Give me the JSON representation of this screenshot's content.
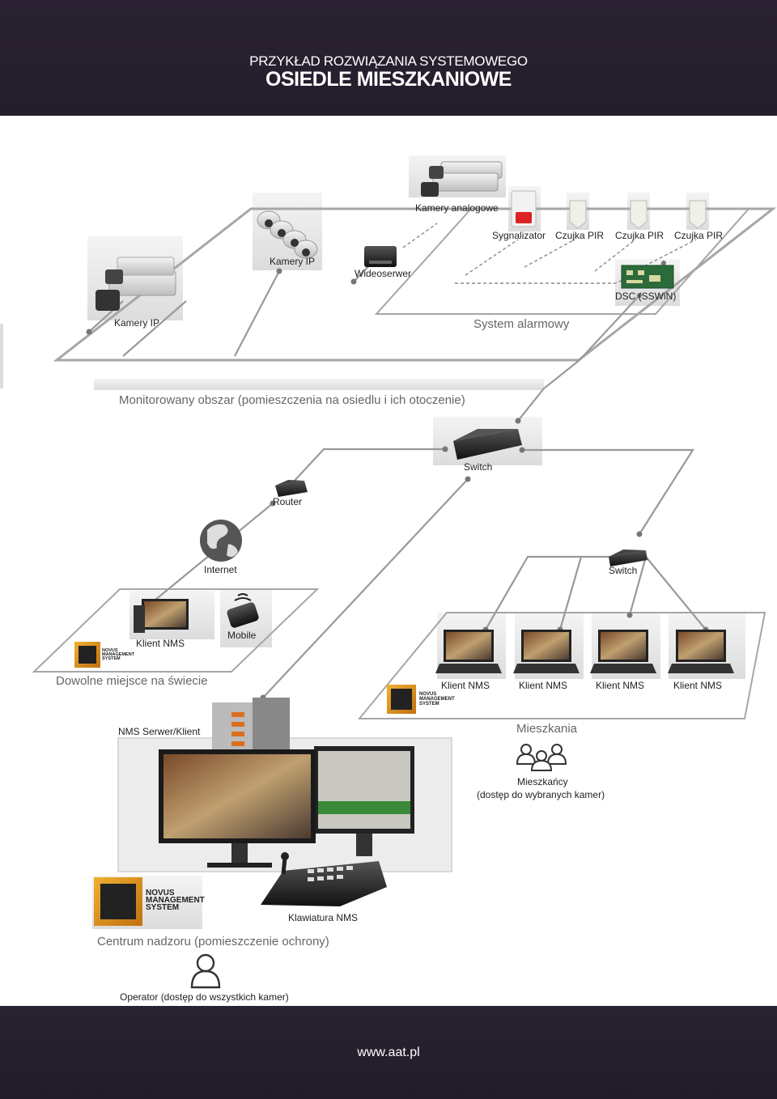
{
  "header": {
    "line1": "PRZYKŁAD ROZWIĄZANIA SYSTEMOWEGO",
    "line2": "OSIEDLE MIESZKANIOWE"
  },
  "footer": {
    "url": "www.aat.pl"
  },
  "labels": {
    "kamery_analogowe": "Kamery analogowe",
    "sygnalizator": "Sygnalizator",
    "czujka_pir": "Czujka PIR",
    "kamery_ip_small": "Kamery IP",
    "wideoserwer": "Wideoserwer",
    "dsc": "DSC (SSWiN)",
    "kamery_ip": "Kamery IP",
    "system_alarmowy": "System alarmowy",
    "monitorowany_obszar": "Monitorowany obszar (pomieszczenia na osiedlu i ich otoczenie)",
    "switch": "Switch",
    "router": "Router",
    "internet": "Internet",
    "klient_nms": "Klient NMS",
    "mobile": "Mobile",
    "dowolne_miejsce": "Dowolne miejsce na świecie",
    "nms_serwer": "NMS Serwer/Klient",
    "mieszkania": "Mieszkania",
    "mieszkancy": "Mieszkańcy",
    "mieszkancy_sub": "(dostęp do wybranych kamer)",
    "klawiatura": "Klawiatura NMS",
    "centrum": "Centrum nadzoru (pomieszczenie ochrony)",
    "operator": "Operator (dostęp do wszystkich kamer)"
  },
  "logo": {
    "line1": "NOVUS",
    "line2": "MANAGEMENT",
    "line3": "SYSTEM",
    "mark": "N"
  },
  "colors": {
    "header_bg": "#2a2232",
    "line": "#9a9a9a",
    "logo_orange": "#e8a020"
  }
}
